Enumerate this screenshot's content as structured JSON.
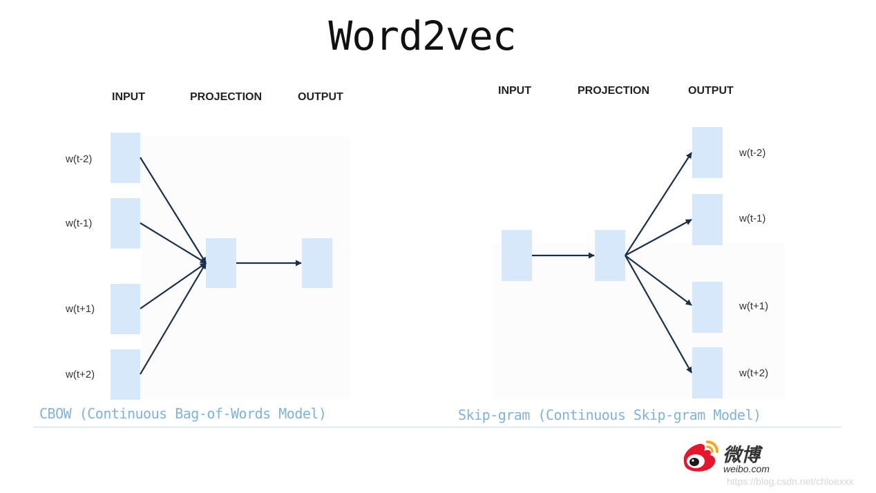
{
  "title": "Word2vec",
  "cbow": {
    "headers": [
      "INPUT",
      "PROJECTION",
      "OUTPUT"
    ],
    "inputs": [
      "w(t-2)",
      "w(t-1)",
      "w(t+1)",
      "w(t+2)"
    ],
    "caption": "CBOW (Continuous Bag-of-Words Model)"
  },
  "skipgram": {
    "headers": [
      "INPUT",
      "PROJECTION",
      "OUTPUT"
    ],
    "outputs": [
      "w(t-2)",
      "w(t-1)",
      "w(t+1)",
      "w(t+2)"
    ],
    "caption": "Skip-gram (Continuous Skip-gram Model)"
  },
  "logo": {
    "name": "微博",
    "domain": "weibo.com",
    "icon": "weibo-eye-icon"
  },
  "watermark": "https://blog.csdn.net/chloexxx",
  "colors": {
    "box": "#d8e8fb",
    "arrow": "#1a2f4a",
    "caption": "#7fb3d8",
    "logo_red": "#e6162d",
    "logo_orange": "#f5a623"
  }
}
